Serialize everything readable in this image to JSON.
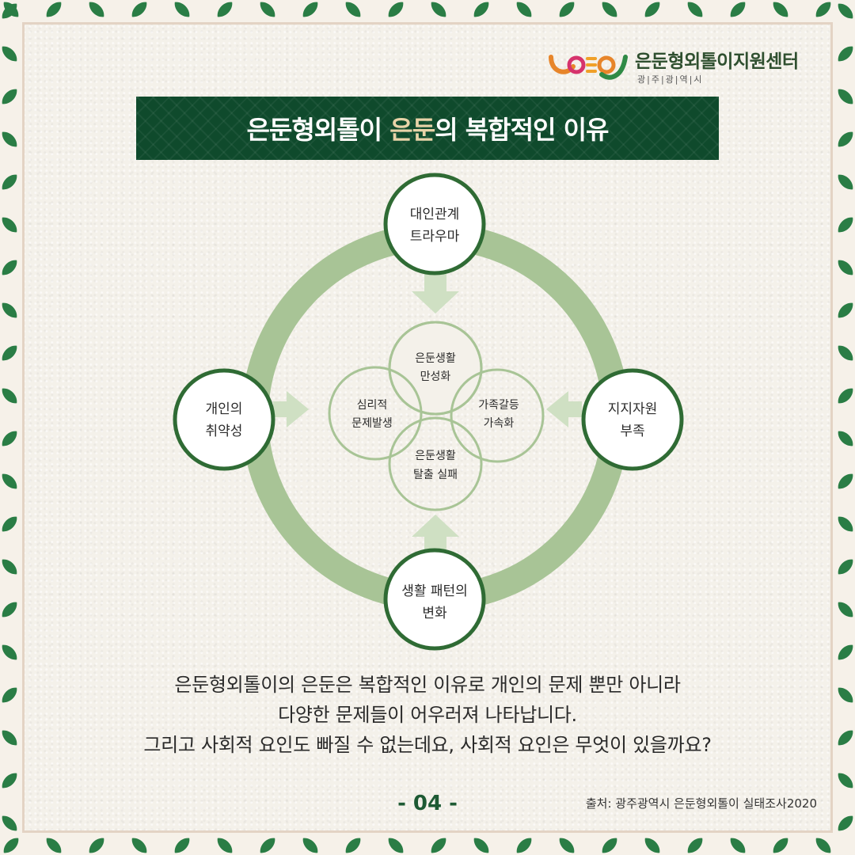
{
  "logo": {
    "name": "은둔형외톨이지원센터",
    "sub": "광|주|광|역|시"
  },
  "banner": {
    "title_part1": "은둔형외톨이 ",
    "title_highlight": "은둔",
    "title_part2": "의 복합적인 이유"
  },
  "diagram": {
    "outer_nodes": {
      "top": [
        "대인관계",
        "트라우마"
      ],
      "left": [
        "개인의",
        "취약성"
      ],
      "right": [
        "지지자원",
        "부족"
      ],
      "bottom": [
        "생활 패턴의",
        "변화"
      ]
    },
    "inner_nodes": {
      "top": [
        "은둔생활",
        "만성화"
      ],
      "left": [
        "심리적",
        "문제발생"
      ],
      "right": [
        "가족갈등",
        "가속화"
      ],
      "bottom": [
        "은둔생활",
        "탈출 실패"
      ]
    }
  },
  "body": {
    "line1": "은둔형외톨이의 은둔은 복합적인 이유로 개인의 문제 뿐만 아니라",
    "line2": "다양한 문제들이 어우러져 나타납니다.",
    "line3": "그리고 사회적 요인도 빠질 수 없는데요, 사회적 요인은 무엇이 있을까요?"
  },
  "page_number": "- 04 -",
  "source": "출처: 광주광역시 은둔형외톨이 실태조사2020",
  "colors": {
    "dark_green": "#0f4a2c",
    "mid_green": "#2f6b34",
    "ring_green": "#a8c496",
    "arrow_green": "#cfe0c3",
    "highlight": "#e8d3a8"
  }
}
